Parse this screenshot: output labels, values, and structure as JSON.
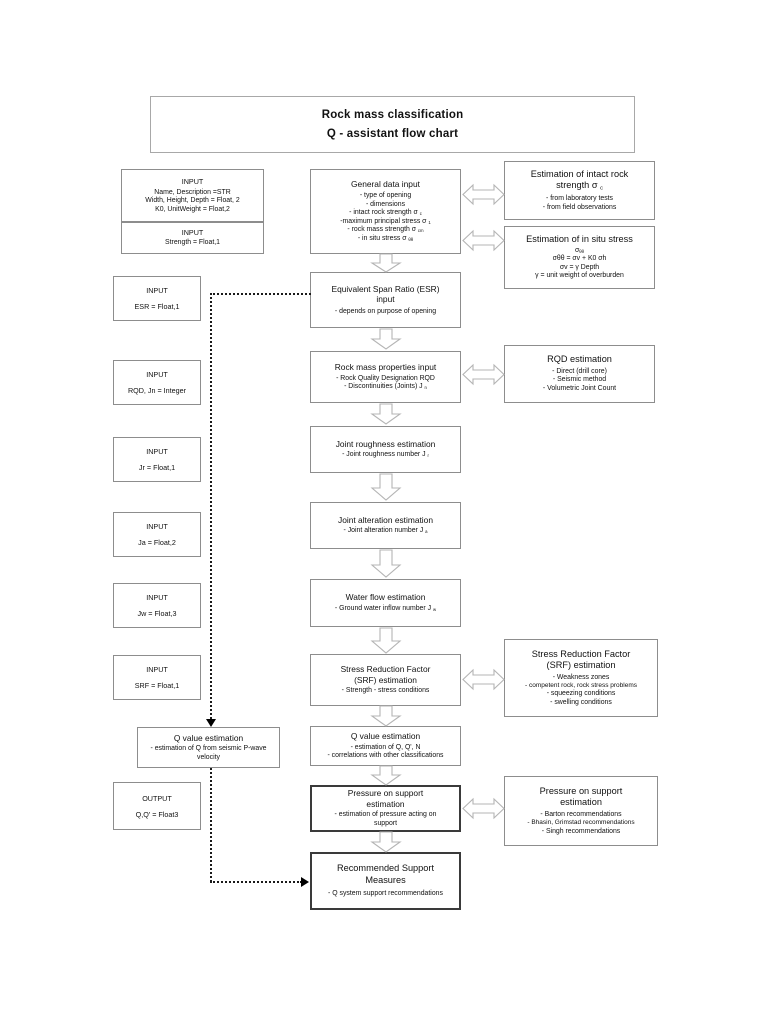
{
  "document": {
    "title_line1": "Rock mass classification",
    "title_line2": "Q - assistant flow chart"
  },
  "inputs": [
    {
      "label": "INPUT",
      "lines": [
        "Name, Description =STR",
        "Width, Height, Depth = Float, 2",
        "K0, UnitWeight = Float,2"
      ]
    },
    {
      "label": "INPUT",
      "lines": [
        "Strength = Float,1"
      ]
    },
    {
      "label": "INPUT",
      "lines": [
        "ESR = Float,1"
      ]
    },
    {
      "label": "INPUT",
      "lines": [
        "RQD, Jn = Integer"
      ]
    },
    {
      "label": "INPUT",
      "lines": [
        "Jr = Float,1"
      ]
    },
    {
      "label": "INPUT",
      "lines": [
        "Ja = Float,2"
      ]
    },
    {
      "label": "INPUT",
      "lines": [
        "Jw = Float,3"
      ]
    },
    {
      "label": "INPUT",
      "lines": [
        "SRF = Float,1"
      ]
    }
  ],
  "output": {
    "label": "OUTPUT",
    "value": "Q,Q' = Float3"
  },
  "main_flow": [
    {
      "heading": "General data input",
      "items": [
        "- type of opening",
        "- dimensions",
        "- intact rock strength σ c",
        "-maximum principal stress σ 1",
        "- rock mass strength σ cm",
        "- in situ stress σ θθ"
      ]
    },
    {
      "heading_line1": "Equivalent Span Ratio (ESR)",
      "heading_line2": "input",
      "items": [
        "- depends on purpose of opening"
      ]
    },
    {
      "heading": "Rock mass properties input",
      "items": [
        "- Rock Quality Designation RQD",
        "- Discontinuities (Joints) J n"
      ]
    },
    {
      "heading": "Joint roughness estimation",
      "items": [
        "- Joint roughness number J r"
      ]
    },
    {
      "heading": "Joint alteration estimation",
      "items": [
        "- Joint alteration number J a"
      ]
    },
    {
      "heading": "Water flow estimation",
      "items": [
        "- Ground water inflow number J w"
      ]
    },
    {
      "heading_line1": "Stress Reduction Factor",
      "heading_line2": "(SRF) estimation",
      "items": [
        "- Strength - stress conditions"
      ]
    },
    {
      "heading": "Q value estimation",
      "items": [
        "- estimation of Q, Q', N",
        "- correlations with other classifications"
      ]
    },
    {
      "heading_line1": "Pressure on support",
      "heading_line2": "estimation",
      "items": [
        "- estimation of pressure acting on",
        "support"
      ]
    },
    {
      "heading_line1": "Recommended Support",
      "heading_line2": "Measures",
      "items": [
        "-  Q system support recommendations"
      ]
    }
  ],
  "side_panels": [
    {
      "heading_line1": "Estimation of intact rock",
      "heading_line2": "strength σ c",
      "items": [
        "- from laboratory tests",
        "- from  field observations"
      ]
    },
    {
      "heading": "Estimation of in situ stress",
      "formula_lines": [
        "σ θθ",
        "σθθ = σv + K0 σh",
        "σv = γ Depth",
        "γ = unit weight of overburden"
      ]
    },
    {
      "heading": "RQD estimation",
      "items": [
        "- Direct (drill core)",
        "- Seismic method",
        "- Volumetric Joint Count"
      ]
    },
    {
      "heading_line1": "Stress Reduction Factor",
      "heading_line2": "(SRF) estimation",
      "items": [
        "- Weakness zones",
        "- competent rock, rock stress problems",
        "- squeezing conditions",
        "- swelling conditions"
      ]
    },
    {
      "heading_line1": "Pressure on support",
      "heading_line2": "estimation",
      "items": [
        "- Barton recommendations",
        "- Bhasin, Grimstad recommendations",
        "- Singh recommendations"
      ]
    }
  ],
  "q_seismic": {
    "heading": "Q value estimation",
    "items": [
      "- estimation of Q from seismic P-wave",
      "velocity"
    ]
  },
  "colors": {
    "box_border": "#8d8d8d",
    "thick_border": "#3a3a3a",
    "arrow_stroke": "#b4b4b4",
    "dotted_line": "#1a1a1a",
    "text": "#111111",
    "background": "#ffffff"
  }
}
